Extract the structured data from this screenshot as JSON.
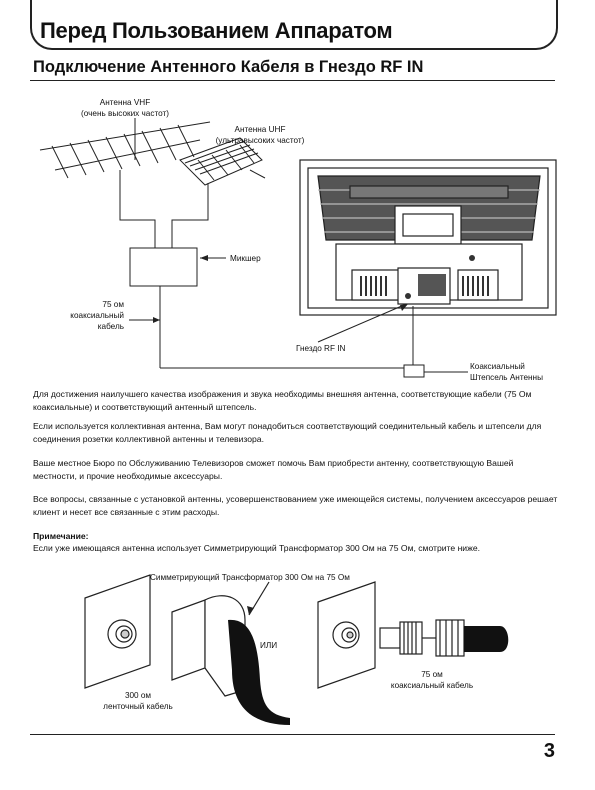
{
  "header": {
    "title": "Перед Пользованием Аппаратом",
    "subtitle": "Подключение Антенного Кабеля в Гнездо RF IN"
  },
  "diagram1": {
    "vhf_line1": "Антенна VHF",
    "vhf_line2": "(очень высоких частот)",
    "uhf_line1": "Антенна UHF",
    "uhf_line2": "(ультравысоких частот)",
    "mixer": "Микшер",
    "cable_line1": "75 ом",
    "cable_line2": "коаксиальный",
    "cable_line3": "кабель",
    "rf_in": "Гнездо RF IN",
    "plug_line1": "Коаксиальный",
    "plug_line2": "Штепсель Антенны"
  },
  "body": {
    "p1": "Для достижения наилучшего качества изображения и звука необходимы внешняя антенна, соответствующие кабели (75 Ом коаксиальные) и соответствующий антенный штепсель.",
    "p2": "Если используется коллективная антенна, Вам могут понадобиться соответствующий соединительный кабель и штепсели для соединения розетки коллективной антенны и телевизора.",
    "p3": "Ваше местное Бюро по Обслуживанию Телевизоров сможет помочь Вам приобрести антенну, соответствующую Вашей местности, и прочие необходимые аксессуары.",
    "p4": "Все вопросы, связанные с установкой антенны, усовершенствованием уже имеющейся системы, получением аксессуаров решает  клиент и несет все связанные с этим расходы.",
    "note_title": "Примечание:",
    "note_text": "Если уже имеющаяся антенна использует Симметрирующий Трансформатор 300 Ом на 75 Ом, смотрите ниже."
  },
  "diagram2": {
    "transformer": "Симметрирующий Трансформатор 300 Ом на 75 Ом",
    "or": "ИЛИ",
    "ribbon_line1": "300 ом",
    "ribbon_line2": "ленточный кабель",
    "coax_line1": "75 ом",
    "coax_line2": "коаксиальный кабель"
  },
  "page_number": "3"
}
